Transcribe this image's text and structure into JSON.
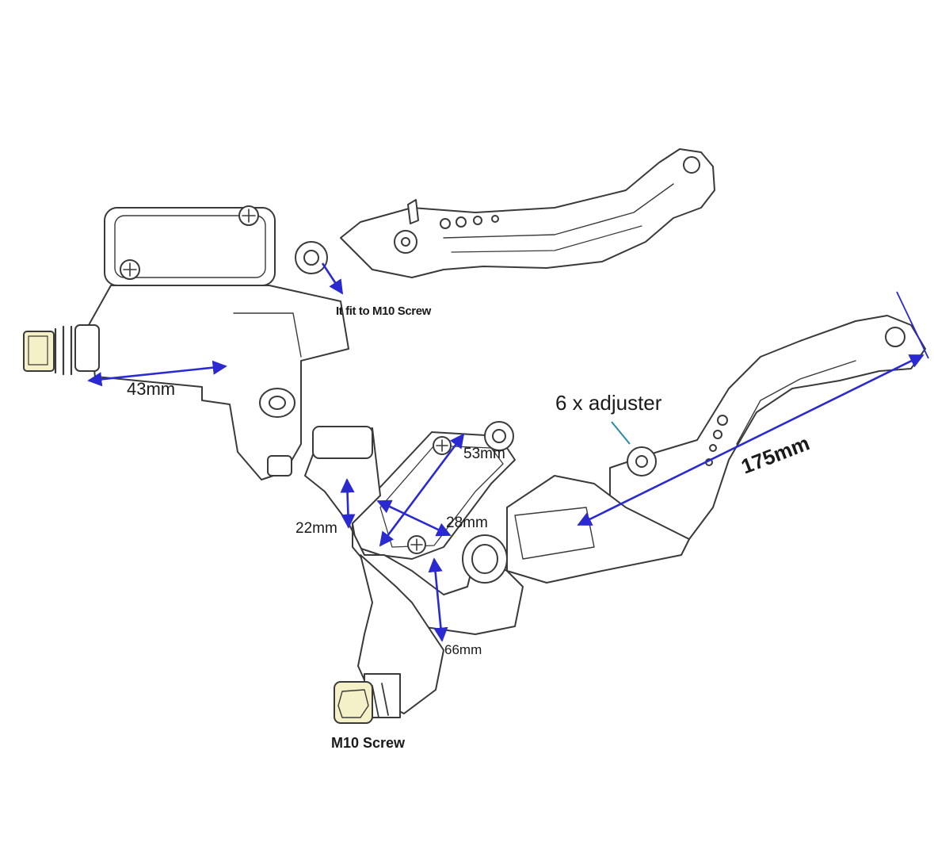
{
  "labels": {
    "m10_fit": "It fit to M10 Screw",
    "dim_43": "43mm",
    "adjuster": "6 x adjuster",
    "dim_175": "175mm",
    "dim_53": "53mm",
    "dim_22": "22mm",
    "dim_28": "28mm",
    "dim_66": "66mm",
    "m10_screw": "M10 Screw"
  },
  "colors": {
    "outline": "#3a3a3a",
    "dimension": "#2a2ad0",
    "dimension_tick": "#39a06a",
    "chrome_highlight": "#d8d050"
  }
}
